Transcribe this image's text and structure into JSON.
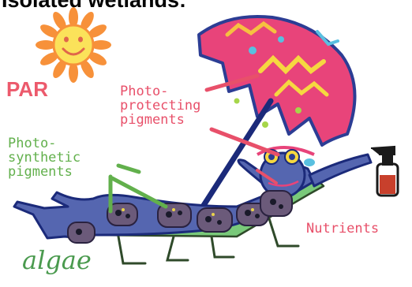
{
  "title": "Isolated wetlands:",
  "labels": {
    "par": "PAR",
    "photoprotecting": "Photo-\nprotecting\npigments",
    "photosynthetic": "Photo-\nsynthetic\npigments",
    "nutrients": "Nutrients",
    "algae": "algae"
  },
  "colors": {
    "par": "#ec5a6c",
    "photoprotecting": "#e8506a",
    "photosynthetic": "#62b04c",
    "nutrients": "#e8506a",
    "algae": "#4a9a4e",
    "sun": "#f7913a",
    "umbrella": "#e8447a",
    "body": "#5566b0",
    "chair": "#79c97a"
  },
  "icons": [
    "sun-icon",
    "umbrella-icon",
    "spray-bottle-icon",
    "sunglasses-icon"
  ]
}
